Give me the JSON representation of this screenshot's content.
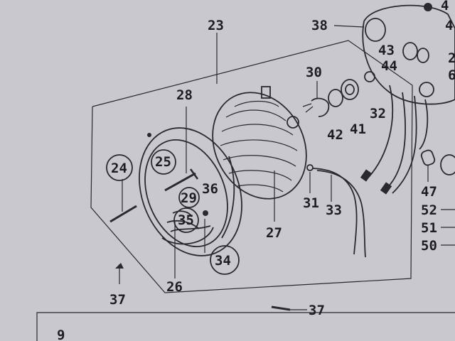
{
  "labels": {
    "l23": "23",
    "l38": "38",
    "l43": "43",
    "l44": "44",
    "l30": "30",
    "l28": "28",
    "l32": "32",
    "l42": "42",
    "l41": "41",
    "l24": "24",
    "l25": "25",
    "l29": "29",
    "l36": "36",
    "l35": "35",
    "l31": "31",
    "l33": "33",
    "l47": "47",
    "l52": "52",
    "l51": "51",
    "l50": "50",
    "l27": "27",
    "l34": "34",
    "l26": "26",
    "l37a": "37",
    "l37b": "37",
    "l4": "4",
    "l4b": "4",
    "l2": "2",
    "l6": "6",
    "l9": "9"
  },
  "colors": {
    "paper": "#c9c8cf",
    "ink": "#2a2830"
  }
}
